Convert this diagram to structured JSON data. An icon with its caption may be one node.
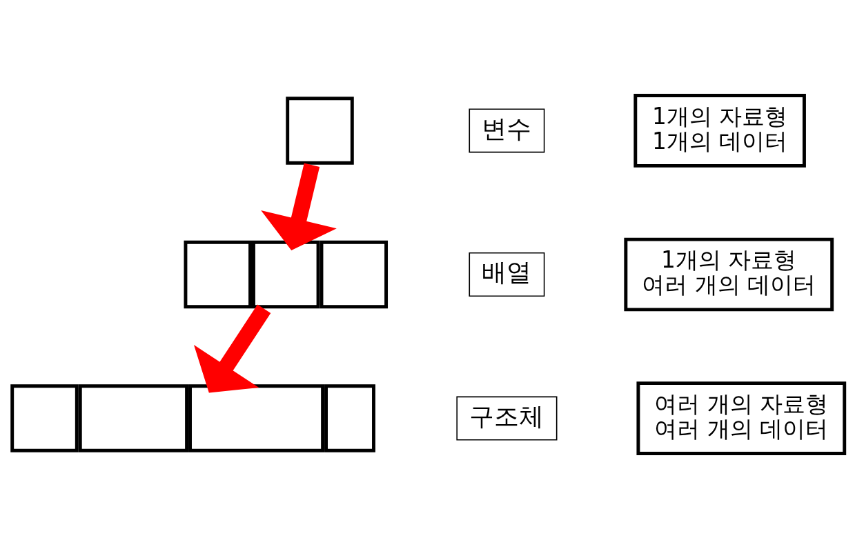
{
  "diagram": {
    "nodes": [
      {
        "text": [],
        "shape": "box"
      },
      {
        "text": [
          "변수"
        ]
      },
      {
        "text": [
          "1개의 자료형",
          "1개의 데이터"
        ]
      },
      {
        "text": [],
        "shape": "box"
      },
      {
        "text": [
          "배열"
        ]
      },
      {
        "text": [
          "1개의 자료형",
          "여러 개의 데이터"
        ]
      },
      {
        "text": [],
        "shape": "box"
      },
      {
        "text": [
          "구조체"
        ]
      },
      {
        "text": [
          "여러 개의 자료형",
          "여러 개의 데이터"
        ]
      }
    ],
    "edges": [
      {
        "from": 0,
        "to": 3,
        "arrow": "to"
      },
      {
        "from": 3,
        "to": 6,
        "arrow": "to"
      }
    ]
  }
}
